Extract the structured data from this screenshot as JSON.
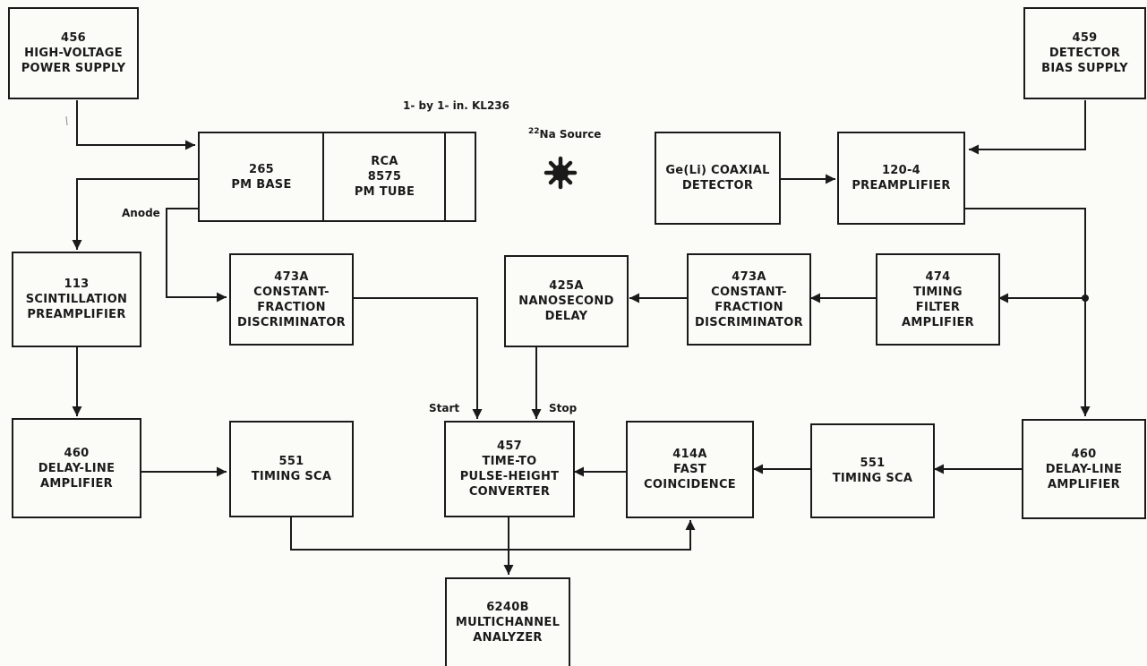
{
  "blocks": {
    "hv_supply": [
      "456",
      "HIGH-VOLTAGE",
      "POWER SUPPLY"
    ],
    "bias_supply": [
      "459",
      "DETECTOR",
      "BIAS SUPPLY"
    ],
    "pm_base": [
      "265",
      "PM  BASE"
    ],
    "pm_tube": [
      "RCA",
      "8575",
      "PM  TUBE"
    ],
    "geli_detector": [
      "Ge(Li) COAXIAL",
      "DETECTOR"
    ],
    "preamp_1204": [
      "120-4",
      "PREAMPLIFIER"
    ],
    "scint_preamp": [
      "113",
      "SCINTILLATION",
      "PREAMPLIFIER"
    ],
    "cfd_left": [
      "473A",
      "CONSTANT-",
      "FRACTION",
      "DISCRIMINATOR"
    ],
    "ns_delay": [
      "425A",
      "NANOSECOND",
      "DELAY"
    ],
    "cfd_right": [
      "473A",
      "CONSTANT-",
      "FRACTION",
      "DISCRIMINATOR"
    ],
    "tfa": [
      "474",
      "TIMING",
      "FILTER",
      "AMPLIFIER"
    ],
    "dla_left": [
      "460",
      "DELAY-LINE",
      "AMPLIFIER"
    ],
    "sca_left": [
      "551",
      "TIMING SCA"
    ],
    "tpc": [
      "457",
      "TIME-TO",
      "PULSE-HEIGHT",
      "CONVERTER"
    ],
    "fast_coinc": [
      "414A",
      "FAST",
      "COINCIDENCE"
    ],
    "sca_right": [
      "551",
      "TIMING SCA"
    ],
    "dla_right": [
      "460",
      "DELAY-LINE",
      "AMPLIFIER"
    ],
    "mca": [
      "6240B",
      "MULTICHANNEL",
      "ANALYZER"
    ]
  },
  "labels": {
    "scintillator": "1- by 1- in. KL236",
    "source_mass": "22",
    "source_text": "Na Source",
    "anode": "Anode",
    "start": "Start",
    "stop": "Stop"
  },
  "colors": {
    "line": "#1a1a1a",
    "background": "#fbfbf7"
  }
}
